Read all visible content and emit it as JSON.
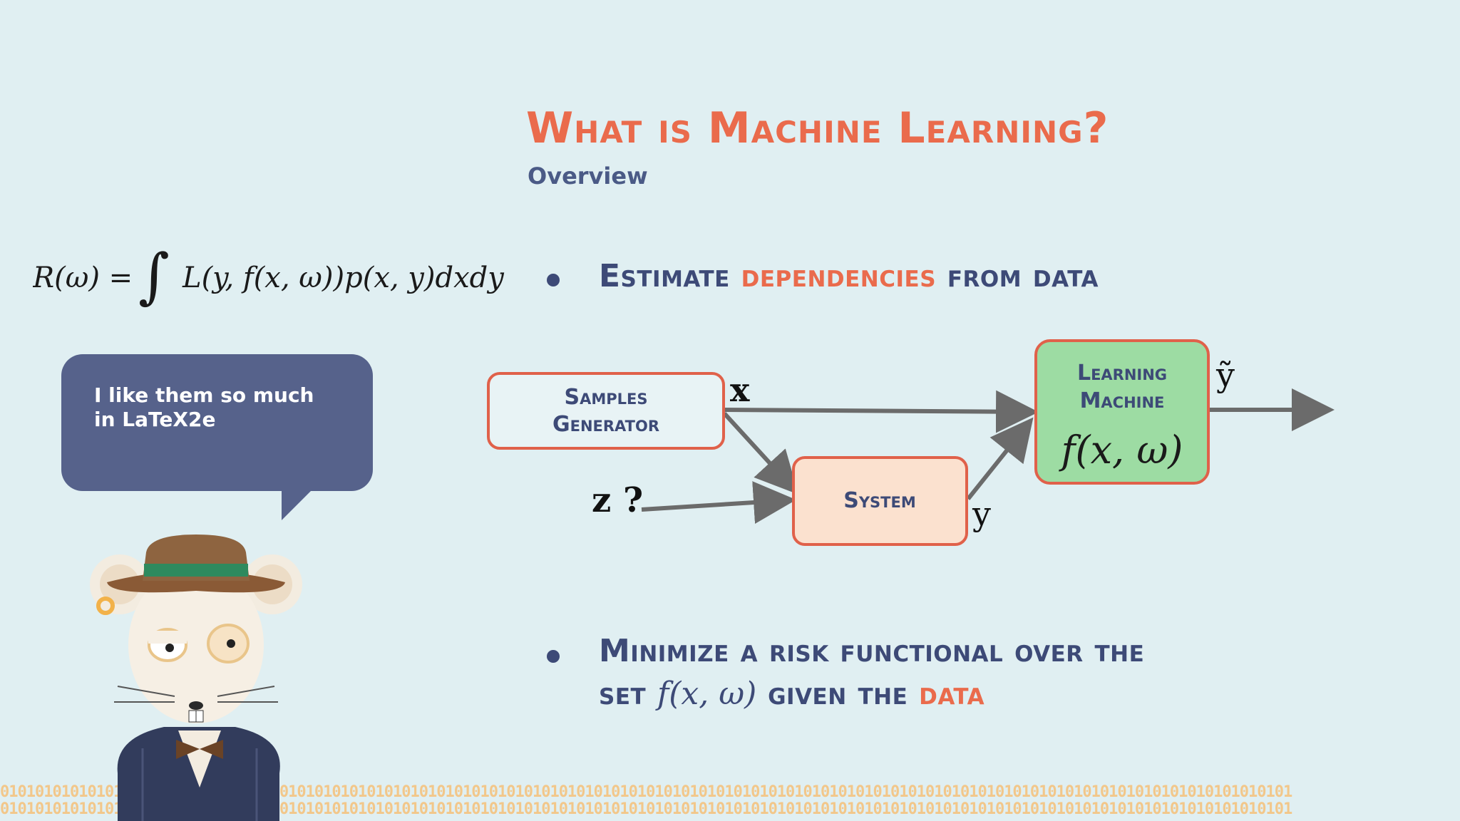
{
  "slide": {
    "title": "What is Machine Learning?",
    "subtitle": "Overview"
  },
  "formula": {
    "lhs": "R(ω) =",
    "rhs": "L(y, f(x, ω))p(x, y)dxdy"
  },
  "bullets": [
    {
      "part1": "Estimate ",
      "accent": "dependencies",
      "part2": " from data"
    },
    {
      "line1": "Minimize a risk functional over the",
      "line2_part1": "set ",
      "line2_math": "f(x, ω)",
      "line2_part2": " given the ",
      "accent": "data"
    }
  ],
  "speech_bubble": {
    "text": "I like them so much in LaTeX2e"
  },
  "diagram": {
    "samples_generator": [
      "Samples",
      "Generator"
    ],
    "system": "System",
    "learning_machine": [
      "Learning",
      "Machine"
    ],
    "learning_machine_formula": "f(x, ω)",
    "label_x": "x",
    "label_y": "y",
    "label_y_tilde": "ỹ",
    "label_z": "z ?"
  },
  "footer_pattern": "0101010101010101010101010101010101010101010101010101010101010101010101010101010101010101010101010101010101010101010101010101010101010101010101010101",
  "colors": {
    "background": "#e0eff2",
    "title": "#ea6b4c",
    "navy": "#3d4a77",
    "bubble": "#56628b",
    "box_border": "#e0614a",
    "box_fill_light": "#e8f3f5",
    "box_fill_peach": "#fbe1cf",
    "box_fill_green": "#9ddca3",
    "arrow": "#6b6b6b"
  }
}
